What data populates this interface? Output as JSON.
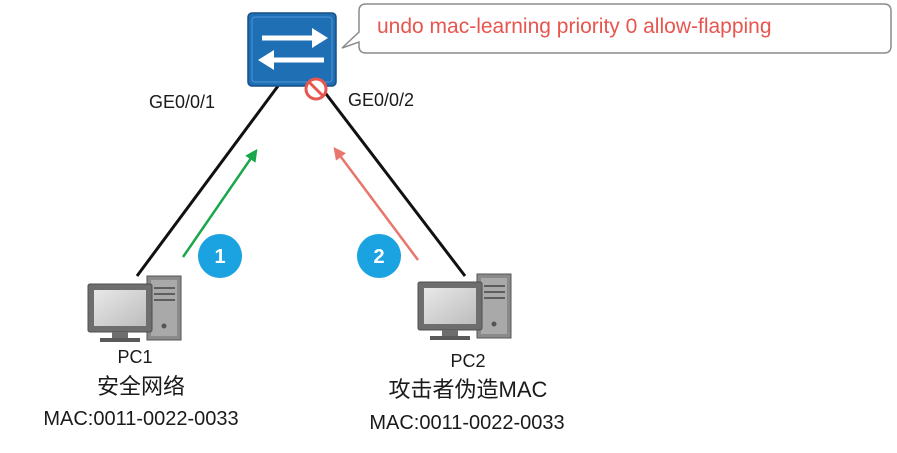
{
  "callout": {
    "command": "undo mac-learning priority 0 allow-flapping",
    "text_color": "#e8554e"
  },
  "switch": {
    "icon": "switch-icon",
    "color": "#1f6fb5",
    "blocked_indicator": "no-entry-icon",
    "ports": {
      "left": "GE0/0/1",
      "right": "GE0/0/2"
    }
  },
  "hosts": [
    {
      "name": "PC1",
      "role": "安全网络",
      "mac": "MAC:0011-0022-0033",
      "icon": "computer-icon"
    },
    {
      "name": "PC2",
      "role": "攻击者伪造MAC",
      "mac": "MAC:0011-0022-0033",
      "icon": "computer-icon"
    }
  ],
  "steps": [
    {
      "label": "1",
      "arrow_color": "#1aa64a"
    },
    {
      "label": "2",
      "arrow_color": "#e8766e"
    }
  ],
  "colors": {
    "badge": "#1aa3e0",
    "link": "#111111"
  }
}
